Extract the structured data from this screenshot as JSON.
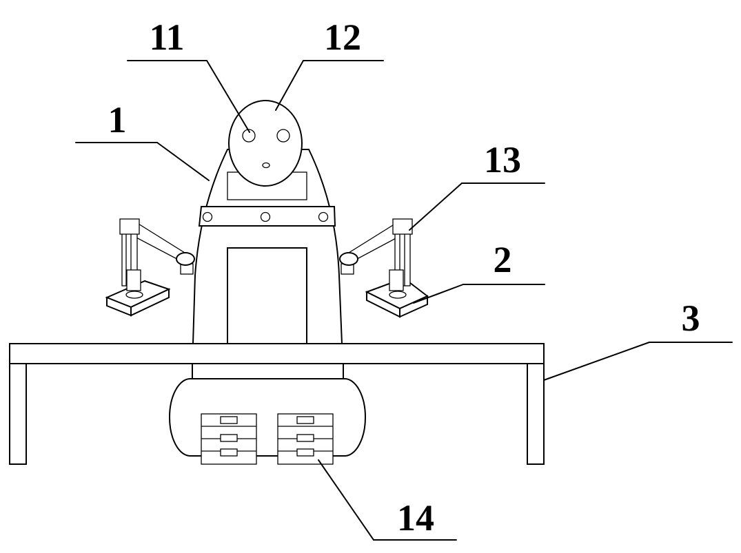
{
  "figure": {
    "labels": {
      "robot_body": "1",
      "arm": "2",
      "table": "3",
      "eye": "11",
      "head": "12",
      "lift": "13",
      "track": "14"
    }
  }
}
